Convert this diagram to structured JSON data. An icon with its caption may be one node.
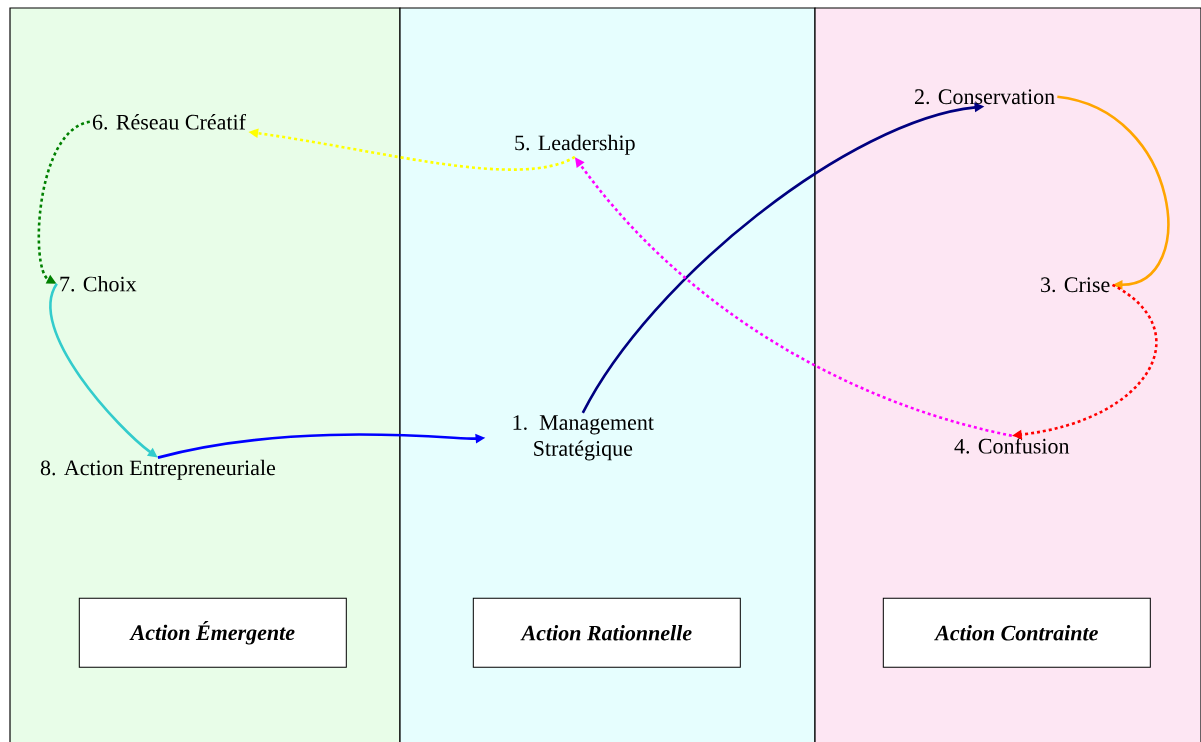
{
  "diagram": {
    "nodes": [
      {
        "text": [],
        "shape": "band"
      },
      {
        "text": [],
        "shape": "band"
      },
      {
        "text": [],
        "shape": "band"
      },
      {
        "text": [
          "2. Conservation"
        ],
        "in": 2
      },
      {
        "text": [
          "6. Réseau Créatif"
        ],
        "in": 0
      },
      {
        "text": [
          "5. Leadership"
        ],
        "in": 1
      },
      {
        "text": [
          "7. Choix"
        ],
        "in": 0
      },
      {
        "text": [
          "3. Crise"
        ],
        "in": 2
      },
      {
        "text": [
          "1. Management Stratégique"
        ],
        "in": 1
      },
      {
        "text": [
          "4. Confusion"
        ],
        "in": 2
      },
      {
        "text": [
          "8. Action Entrepreneuriale"
        ],
        "in": 0
      },
      {
        "text": [
          "Action Émergente"
        ],
        "in": 0
      },
      {
        "text": [
          "Action Rationnelle"
        ],
        "in": 1
      },
      {
        "text": [
          "Action Contrainte"
        ],
        "in": 2
      }
    ],
    "edges": [
      {
        "from": 8,
        "to": 3,
        "arrow": "to",
        "color": "#000080"
      },
      {
        "from": 3,
        "to": 7,
        "arrow": "to",
        "color": "#ffa500"
      },
      {
        "from": 7,
        "to": 9,
        "arrow": "to",
        "style": "dashed",
        "color": "#ff0000"
      },
      {
        "from": 9,
        "to": 5,
        "arrow": "to",
        "style": "dashed",
        "color": "#ff00ff"
      },
      {
        "from": 5,
        "to": 4,
        "arrow": "to",
        "style": "dashed",
        "color": "#ffff00"
      },
      {
        "from": 4,
        "to": 6,
        "arrow": "to",
        "style": "dashed",
        "color": "#008000"
      },
      {
        "from": 6,
        "to": 10,
        "arrow": "to",
        "color": "#33cccc"
      },
      {
        "from": 10,
        "to": 8,
        "arrow": "to",
        "color": "#0000ff"
      }
    ]
  }
}
